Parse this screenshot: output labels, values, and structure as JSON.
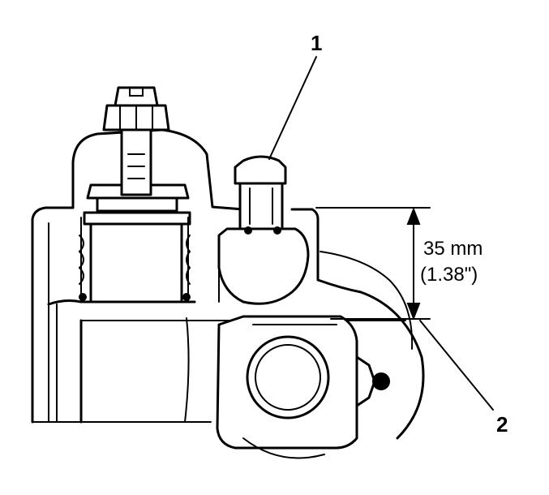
{
  "callouts": {
    "one": "1",
    "two": "2"
  },
  "dimension": {
    "metric": "35 mm",
    "imperial": "(1.38ʺ)"
  }
}
